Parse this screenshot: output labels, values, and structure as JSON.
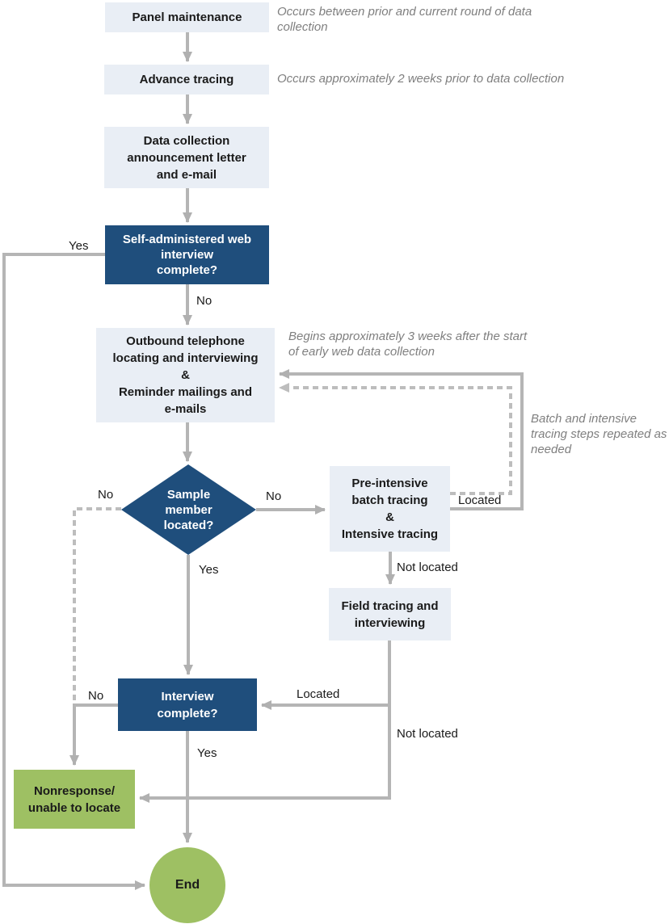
{
  "nodes": {
    "panel_maintenance": {
      "lines": [
        "Panel maintenance"
      ]
    },
    "advance_tracing": {
      "lines": [
        "Advance tracing"
      ]
    },
    "announcement": {
      "lines": [
        "Data collection",
        "announcement letter",
        "and e-mail"
      ]
    },
    "web_interview": {
      "lines": [
        "Self-administered web",
        "interview",
        "complete?"
      ]
    },
    "outbound": {
      "lines": [
        "Outbound telephone",
        "locating and interviewing",
        "&",
        "Reminder mailings and",
        "e-mails"
      ]
    },
    "sample_located": {
      "lines": [
        "Sample",
        "member",
        "located?"
      ]
    },
    "pre_intensive": {
      "lines": [
        "Pre-intensive",
        "batch tracing",
        "&",
        "Intensive tracing"
      ]
    },
    "field_tracing": {
      "lines": [
        "Field tracing and",
        "interviewing"
      ]
    },
    "interview_complete": {
      "lines": [
        "Interview",
        "complete?"
      ]
    },
    "nonresponse": {
      "lines": [
        "Nonresponse/",
        "unable to locate"
      ]
    },
    "end": {
      "lines": [
        "End"
      ]
    }
  },
  "edge_labels": {
    "yes_web": "Yes",
    "no_web": "No",
    "no_diamond_left": "No",
    "no_diamond_right": "No",
    "yes_diamond": "Yes",
    "located_loop": "Located",
    "not_located_pre": "Not located",
    "located_field": "Located",
    "not_located_field": "Not located",
    "no_interview": "No",
    "yes_interview": "Yes"
  },
  "notes": {
    "panel": "Occurs between prior and current round of data collection",
    "advance": "Occurs approximately 2 weeks prior to data collection",
    "outbound": "Begins approximately 3 weeks after the start of early web data collection",
    "batch_repeat": "Batch and intensive tracing steps repeated as needed"
  },
  "colors": {
    "dark_blue": "#1f4e7c",
    "light_blue": "#e9eef5",
    "green": "#9ec063",
    "line_gray": "#b5b5b5",
    "dashed_gray": "#bdbdbd",
    "note_gray": "#7f7f7f"
  }
}
